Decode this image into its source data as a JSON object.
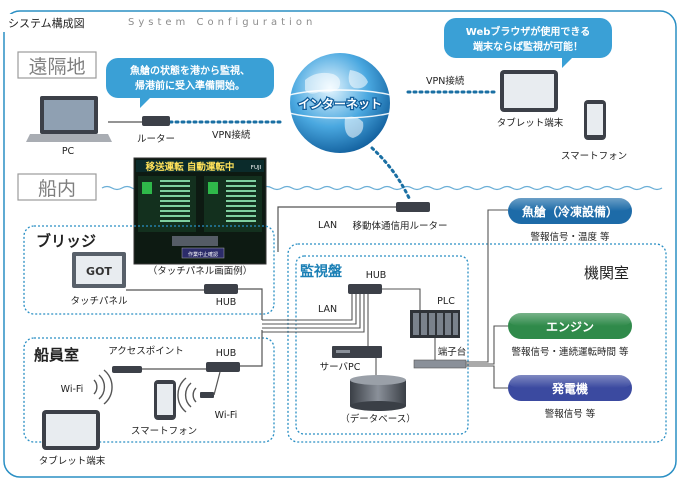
{
  "header": {
    "title_jp": "システム構成図",
    "title_en": "System Configuration"
  },
  "sections": {
    "remote": "遠隔地",
    "onboard": "船内",
    "bridge": "ブリッジ",
    "crew_room": "船員室",
    "engine_room": "機関室",
    "monitor_panel": "監視盤"
  },
  "callouts": {
    "fish_hold": [
      "魚艙の状態を港から監視、",
      "帰港前に受入準備開始。"
    ],
    "browser": [
      "Webブラウザが使用できる",
      "端末ならば監視が可能！"
    ]
  },
  "internet": {
    "label": "インターネット"
  },
  "devices": {
    "pc": "PC",
    "router": "ルーター",
    "tablet_remote": "タブレット端末",
    "smartphone_remote": "スマートフォン",
    "mobile_router": "移動体通信用ルーター",
    "touch_panel": "タッチパネル",
    "touch_panel_logo": "GOT",
    "touch_panel_example": "（タッチパネル画面例）",
    "hub_bridge": "HUB",
    "access_point": "アクセスポイント",
    "hub_crew": "HUB",
    "wifi_left": "Wi-Fi",
    "wifi_right": "Wi-Fi",
    "smartphone_crew": "スマートフォン",
    "tablet_crew": "タブレット端末",
    "hub_monitor": "HUB",
    "plc": "PLC",
    "server_pc": "サーバPC",
    "database": "（データベース）",
    "terminal_block": "端子台"
  },
  "links": {
    "vpn_left": "VPN接続",
    "vpn_right": "VPN接続",
    "lan_top": "LAN",
    "lan_mid": "LAN"
  },
  "screen": {
    "banner": "移送運転 自動運転中",
    "logo": "FUJI",
    "button": "作業中止確認"
  },
  "equipment": [
    {
      "name": "魚艙（冷凍設備）",
      "signal": "警報信号・温度 等",
      "color": "#1d6ba8"
    },
    {
      "name": "エンジン",
      "signal": "警報信号・連続運転時間 等",
      "color": "#2f8a4a"
    },
    {
      "name": "発電機",
      "signal": "警報信号 等",
      "color": "#3b4aa0"
    }
  ],
  "colors": {
    "accent": "#1a7fb5",
    "frame": "#2a8fc4",
    "dotted": "#1a6fa3"
  }
}
